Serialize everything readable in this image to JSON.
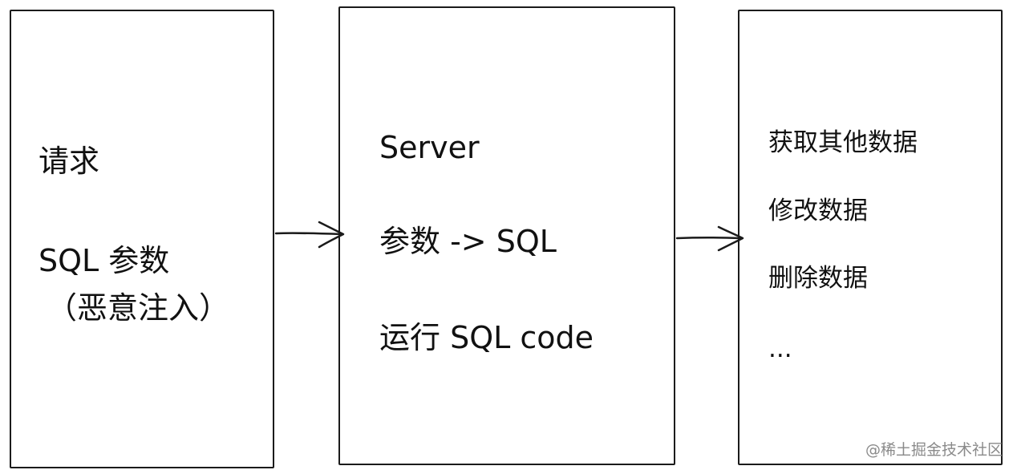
{
  "client_box": {
    "line1": "请求",
    "line2": "SQL 参数",
    "line3": "（恶意注入）"
  },
  "server_box": {
    "line1": "Server",
    "line2": "参数 -> SQL",
    "line3": "运行 SQL code"
  },
  "result_box": {
    "items": [
      "获取其他数据",
      "修改数据",
      "删除数据",
      "..."
    ]
  },
  "watermark": "@稀土掘金技术社区"
}
